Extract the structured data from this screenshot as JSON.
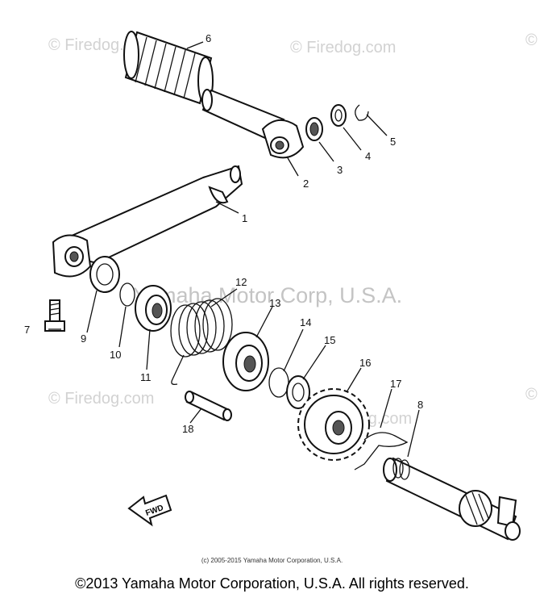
{
  "watermarks": {
    "site_a": "© Firedog.com",
    "site_b": "© Firedog.com",
    "site_c": "© Firedog.com",
    "site_d": "Firedog.com",
    "site_e": "©",
    "site_f": "©",
    "center": "Yamaha Motor Corp, U.S.A."
  },
  "callouts": {
    "c1": "1",
    "c2": "2",
    "c3": "3",
    "c4": "4",
    "c5": "5",
    "c6": "6",
    "c7": "7",
    "c8": "8",
    "c9": "9",
    "c10": "10",
    "c11": "11",
    "c12": "12",
    "c13": "13",
    "c14": "14",
    "c15": "15",
    "c16": "16",
    "c17": "17",
    "c18": "18"
  },
  "fwd_label": "FWD",
  "small_copyright": "(c) 2005-2015 Yamaha Motor Corporation, U.S.A.",
  "footer_copyright": "©2013 Yamaha Motor Corporation, U.S.A. All rights reserved."
}
